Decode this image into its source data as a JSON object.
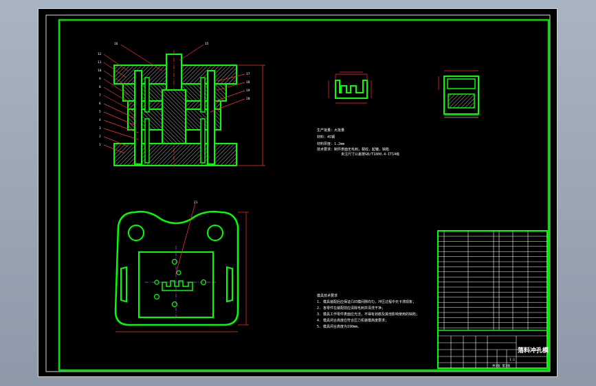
{
  "app": "CAD drawing viewer",
  "section_view": {
    "part_numbers_left": [
      "12",
      "11",
      "10",
      "9",
      "8",
      "7",
      "6",
      "5",
      "4",
      "3",
      "2",
      "1"
    ],
    "part_numbers_right": [
      "17",
      "18",
      "19",
      "20"
    ],
    "part_numbers_top": [
      "16",
      "15"
    ]
  },
  "plan_view": {
    "callout": "21"
  },
  "tech_notes_upper": [
    "生产批量：大批量",
    "材料：45钢",
    "材料厚度：1.2mm",
    "技术要求：制件表面无毛刺，裂纹，起皱，缺陷",
    "未注尺寸公差按GB/T1800.4-IT14级"
  ],
  "tech_notes_lower": [
    "模具技术要求",
    "1. 模具装配后应保证凸凹模间隙均匀，冲压过程中无卡滞现象；",
    "2. 各零件在装配前应清除毛刺并清洗干净；",
    "3. 模具工作零件表面应光洁，不得有划痕及其他影响使用的缺陷；",
    "4. 模具闭合高度应符合压力机装模高度要求；",
    "5. 模具闭合高度为190mm。"
  ],
  "title_block": {
    "drawing_title": "落料冲孔模",
    "scale": "1:1",
    "sheet": "共1张 第1张"
  }
}
